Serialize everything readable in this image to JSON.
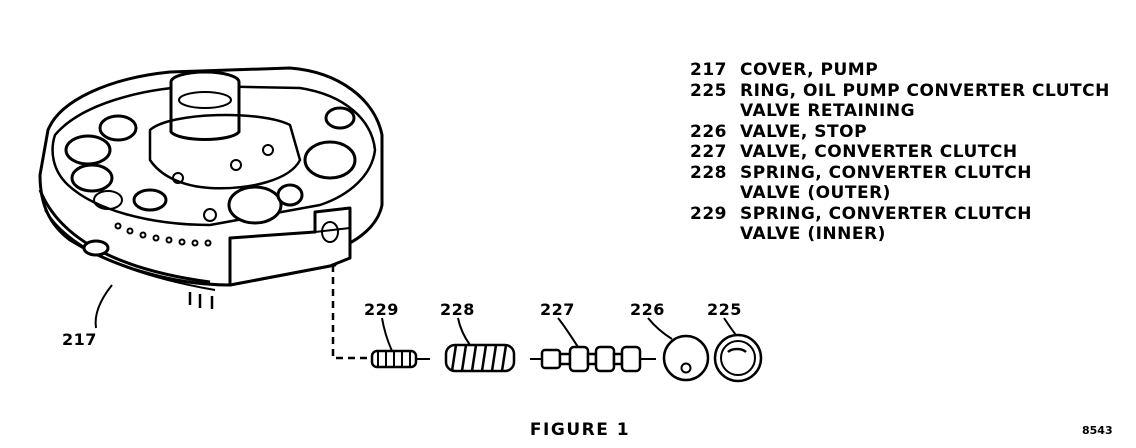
{
  "legend": [
    {
      "num": "217",
      "text": "COVER, PUMP"
    },
    {
      "num": "225",
      "text": "RING, OIL PUMP CONVERTER CLUTCH\nVALVE RETAINING"
    },
    {
      "num": "226",
      "text": "VALVE, STOP"
    },
    {
      "num": "227",
      "text": "VALVE, CONVERTER CLUTCH"
    },
    {
      "num": "228",
      "text": "SPRING, CONVERTER CLUTCH\nVALVE (OUTER)"
    },
    {
      "num": "229",
      "text": "SPRING, CONVERTER CLUTCH\nVALVE (INNER)"
    }
  ],
  "callouts": {
    "c217": "217",
    "c229": "229",
    "c228": "228",
    "c227": "227",
    "c226": "226",
    "c225": "225"
  },
  "caption": "FIGURE 1",
  "figure_code": "8543"
}
